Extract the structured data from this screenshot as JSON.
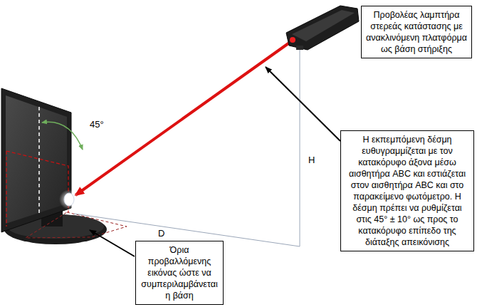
{
  "diagram": {
    "nodes": [
      {
        "text": [
          "Προβολέας λαμπτήρα στερεάς κατάστασης με ανακλινόμενη πλατφόρμα ως βάση στήριξης"
        ]
      },
      {
        "text": [
          "Η εκπεμπόμενη δέσμη ευθυγραμμίζεται με τον κατακόρυφο άξονα μέσω αισθητήρα ABC και εστιάζεται στον αισθητήρα ABC και στο παρακείμενο φωτόμετρο. Η δέσμη πρέπει να ρυθμίζεται στις 45° ± 10° ως προς το κατακόρυφο επίπεδο της διάταξης απεικόνισης"
        ]
      },
      {
        "text": [
          "Όρια προβαλλόμενης εικόνας ώστε να συμπεριλαμβάνεται η βάση"
        ]
      }
    ],
    "labels": [
      "45°",
      "H",
      "D"
    ]
  }
}
